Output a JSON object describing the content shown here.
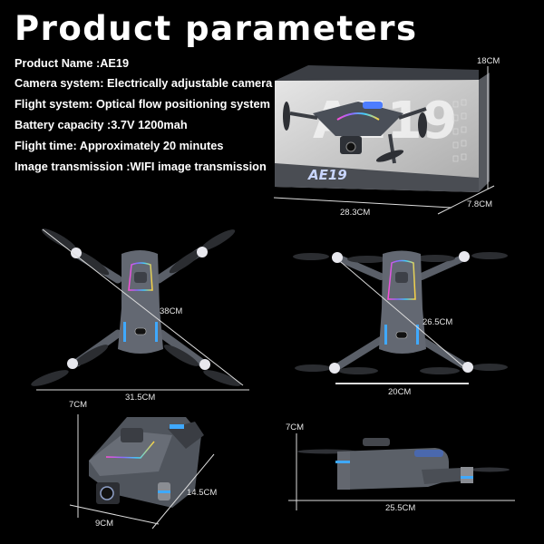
{
  "header": {
    "title": "Product parameters"
  },
  "specs": [
    {
      "label": "Product Name :AE19"
    },
    {
      "label": "Camera system: Electrically adjustable camera"
    },
    {
      "label": "Flight system: Optical flow positioning system"
    },
    {
      "label": "Battery capacity :3.7V 1200mah"
    },
    {
      "label": "Flight time: Approximately 20 minutes"
    },
    {
      "label": "Image transmission :WIFI image transmission"
    }
  ],
  "box": {
    "height": "18CM",
    "width": "28.3CM",
    "depth": "7.8CM",
    "brand": "AE19"
  },
  "unfolded": {
    "diagonal": "38CM",
    "width": "31.5CM"
  },
  "folded_top": {
    "diagonal": "26.5CM",
    "width": "20CM"
  },
  "folded_angle": {
    "height": "7CM",
    "length": "14.5CM",
    "width": "9CM"
  },
  "folded_side": {
    "height": "7CM",
    "length": "25.5CM"
  },
  "colors": {
    "background": "#000000",
    "text": "#ffffff",
    "drone_body": "#5a5f68",
    "accent_blue": "#3fa9ff",
    "box_face": "#d8d8d8"
  }
}
